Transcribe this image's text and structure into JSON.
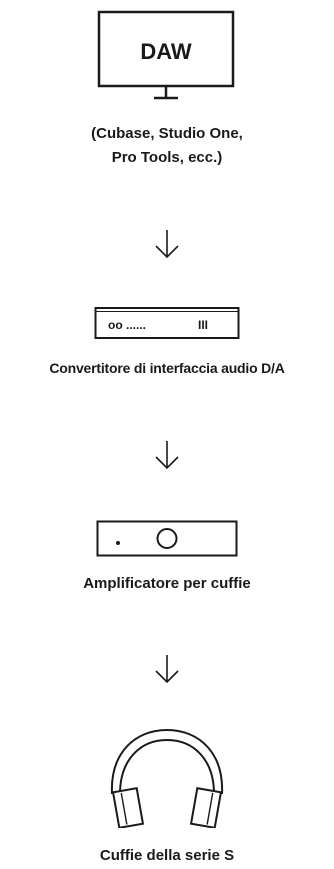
{
  "diagram": {
    "monitor": {
      "screen_text": "DAW"
    },
    "daw_caption": {
      "line1": "(Cubase, Studio One,",
      "line2": "Pro Tools, ecc.)"
    },
    "interface": {
      "panel_dots": "oo ......",
      "panel_bars": "III",
      "label": "Convertitore di interfaccia audio D/A"
    },
    "amplifier": {
      "label": "Amplificatore per cuffie"
    },
    "headphones": {
      "label": "Cuffie della serie S"
    },
    "stroke_color": "#1a1a1a",
    "background_color": "#ffffff"
  }
}
